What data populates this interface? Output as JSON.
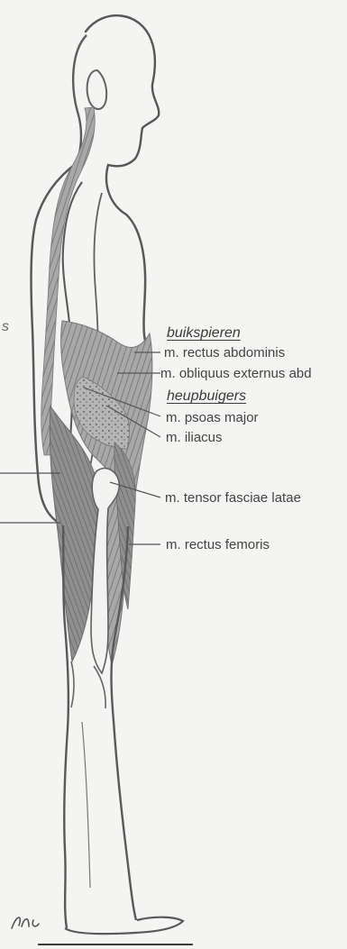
{
  "labels": {
    "left_partial": "s",
    "buikspieren": "buikspieren",
    "rectus_abdominis": "m. rectus abdominis",
    "obliquus_externus": "m. obliquus externus abd",
    "heupbuigers": "heupbuigers",
    "psoas_major": "m. psoas major",
    "iliacus": "m. iliacus",
    "tensor_fasciae_latae": "m. tensor fasciae latae",
    "rectus_femoris": "m. rectus femoris"
  },
  "signature": "Phc"
}
